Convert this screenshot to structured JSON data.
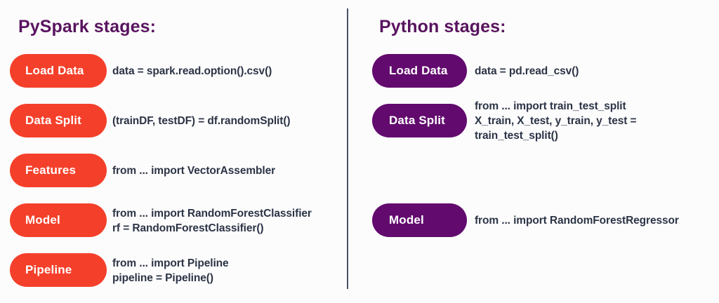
{
  "theme": {
    "background": "#fdfcfd",
    "heading_color": "#58145e",
    "code_color": "#2b3445",
    "pyspark_pill_color": "#f4402a",
    "python_pill_color": "#620a6e",
    "divider_color": "#4a5268"
  },
  "columns": [
    {
      "id": "pyspark",
      "heading": "PySpark stages:",
      "rows": [
        {
          "stage": "Load Data",
          "code": "data = spark.read.option().csv()"
        },
        {
          "stage": "Data Split",
          "code": "(trainDF, testDF) = df.randomSplit()"
        },
        {
          "stage": "Features",
          "code": "from ... import VectorAssembler"
        },
        {
          "stage": "Model",
          "code": "from ... import RandomForestClassifier\nrf = RandomForestClassifier()"
        },
        {
          "stage": "Pipeline",
          "code": "from ... import Pipeline\npipeline = Pipeline()"
        }
      ]
    },
    {
      "id": "python",
      "heading": "Python stages:",
      "rows": [
        {
          "stage": "Load Data",
          "code": "data = pd.read_csv()"
        },
        {
          "stage": "Data Split",
          "code": "from ... import train_test_split\nX_train, X_test, y_train, y_test =\ntrain_test_split()"
        },
        {
          "stage": "",
          "code": ""
        },
        {
          "stage": "Model",
          "code": "from ... import RandomForestRegressor"
        },
        {
          "stage": "",
          "code": ""
        }
      ]
    }
  ]
}
